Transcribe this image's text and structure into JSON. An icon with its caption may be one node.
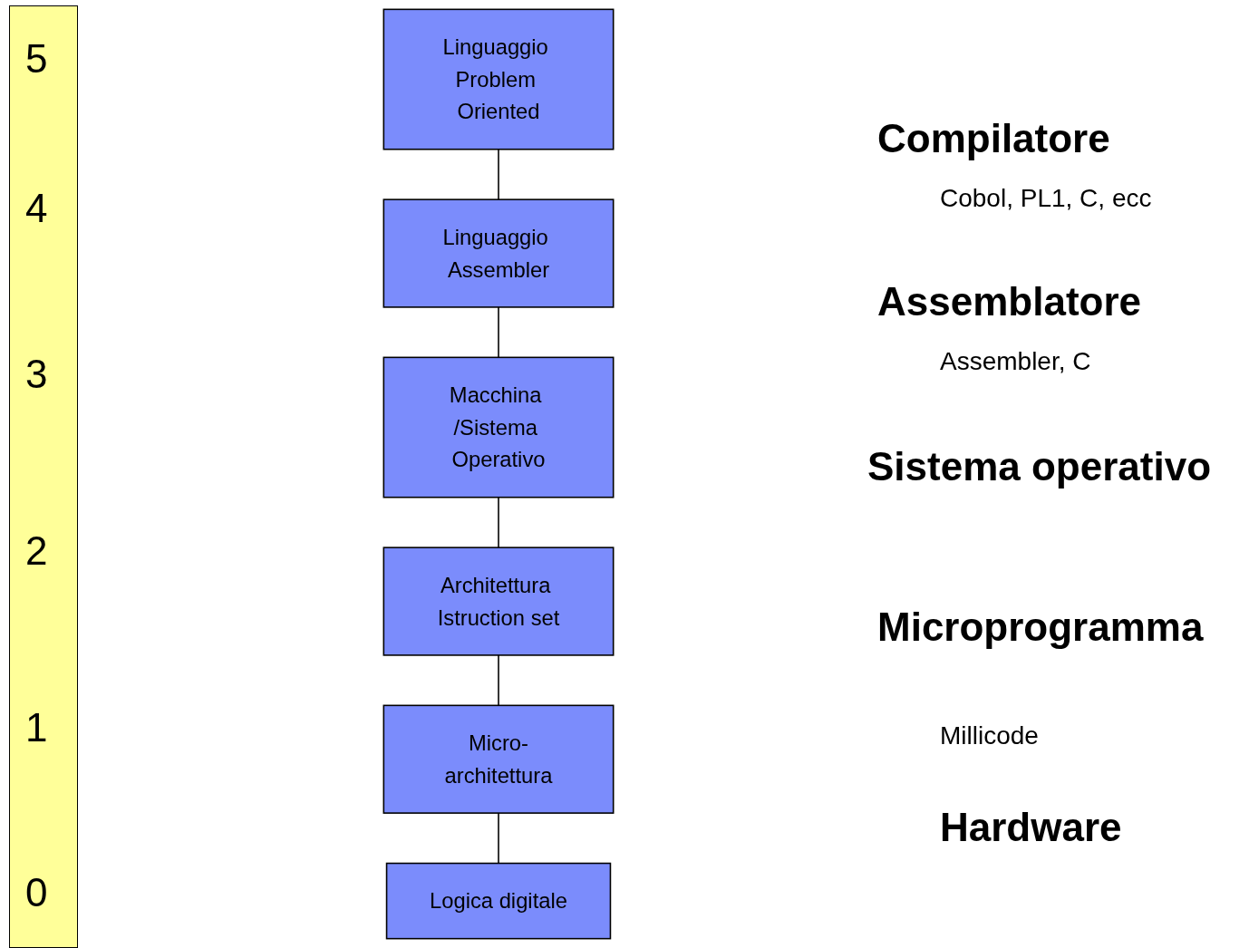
{
  "diagram": {
    "nodes": [
      {
        "text": [
          "Linguaggio Problem Oriented"
        ]
      },
      {
        "text": [
          "Linguaggio Assembler"
        ]
      },
      {
        "text": [
          "Macchina /Sistema Operativo"
        ]
      },
      {
        "text": [
          "Architettura Istruction set"
        ]
      },
      {
        "text": [
          "Micro-architettura"
        ]
      },
      {
        "text": [
          "Logica digitale"
        ]
      }
    ],
    "edges": [
      {
        "from": 0,
        "to": 1,
        "arrow": "none"
      },
      {
        "from": 1,
        "to": 2,
        "arrow": "none"
      },
      {
        "from": 2,
        "to": 3,
        "arrow": "none"
      },
      {
        "from": 3,
        "to": 4,
        "arrow": "none"
      },
      {
        "from": 4,
        "to": 5,
        "arrow": "none"
      }
    ],
    "labels": [
      "5",
      "4",
      "3",
      "2",
      "1",
      "0",
      "Compilatore",
      "Cobol, PL1, C, ecc",
      "Assemblatore",
      "Assembler, C",
      "Sistema operativo",
      "Microprogramma",
      "Millicode",
      "Hardware"
    ]
  }
}
